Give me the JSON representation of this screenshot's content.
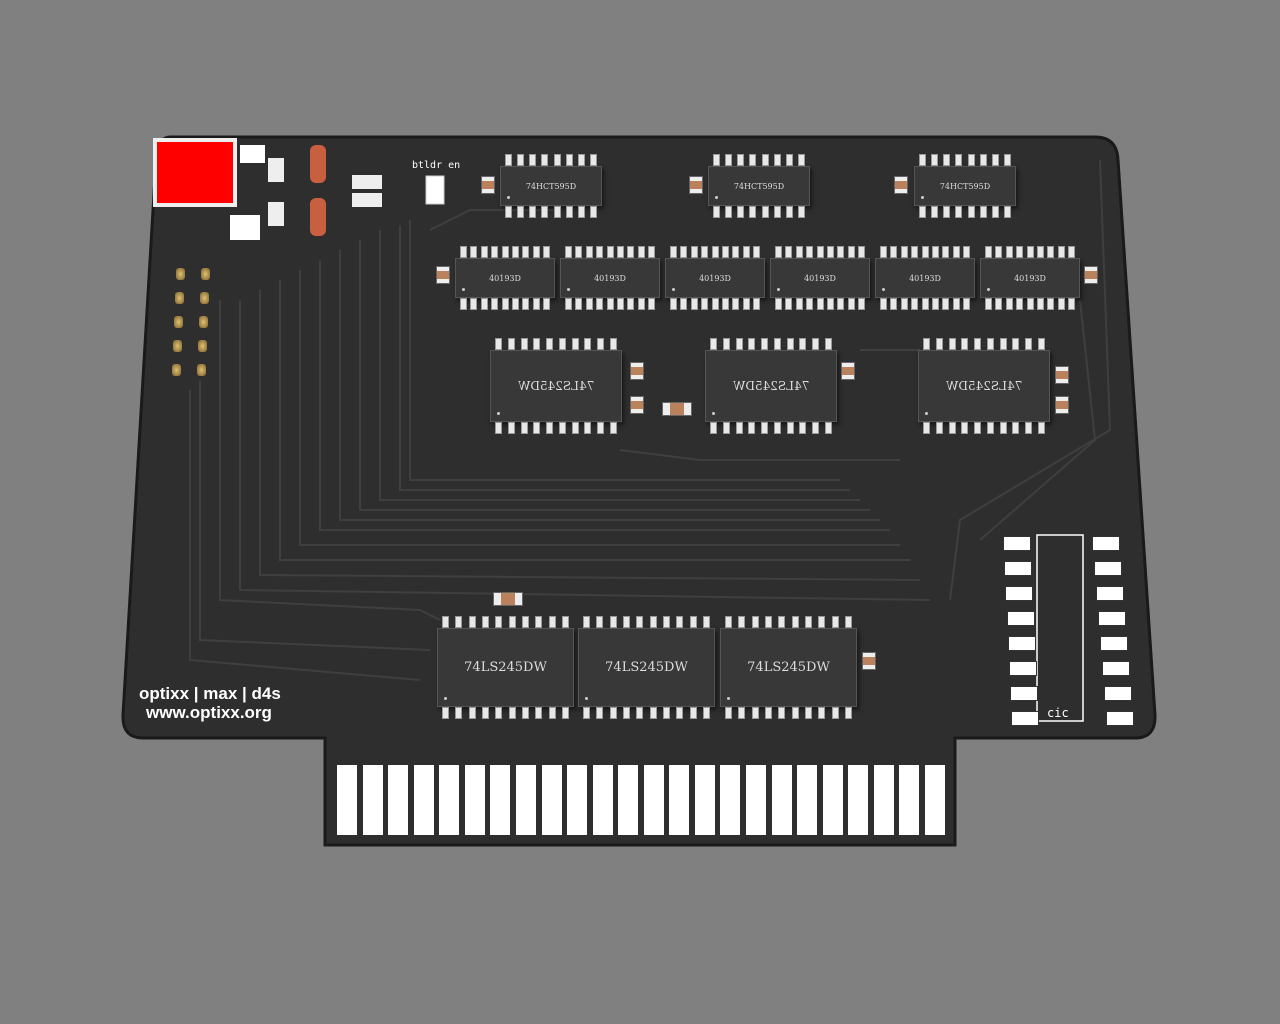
{
  "board": {
    "color": "#2e2e2e",
    "credit_line1": "optixx | max | d4s",
    "credit_line2": "www.optixx.org",
    "jumper_label": "btldr en",
    "cic_label": "cic",
    "usb_color": "#ff0000"
  },
  "chips": {
    "row1": [
      "74HCT595D",
      "74HCT595D",
      "74HCT595D"
    ],
    "row2": [
      "40193D",
      "40193D",
      "40193D",
      "40193D",
      "40193D",
      "40193D"
    ],
    "row3": [
      "74LS245DW",
      "74LS245DW",
      "74LS245DW"
    ],
    "row4": [
      "74LS245DW",
      "74LS245DW",
      "74LS245DW"
    ]
  },
  "edge_connector_fingers": 24,
  "cic_pads_per_side": 8
}
